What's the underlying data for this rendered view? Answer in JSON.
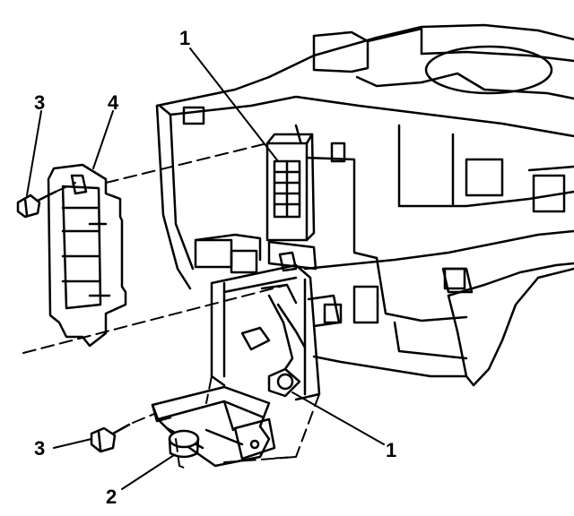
{
  "callouts": [
    {
      "id": "top-1",
      "label": "1"
    },
    {
      "id": "left-3",
      "label": "3"
    },
    {
      "id": "left-4",
      "label": "4"
    },
    {
      "id": "bottom-3",
      "label": "3"
    },
    {
      "id": "bottom-2",
      "label": "2"
    },
    {
      "id": "right-1",
      "label": "1"
    }
  ],
  "colors": {
    "ink": "#000000",
    "paper": "#ffffff"
  }
}
